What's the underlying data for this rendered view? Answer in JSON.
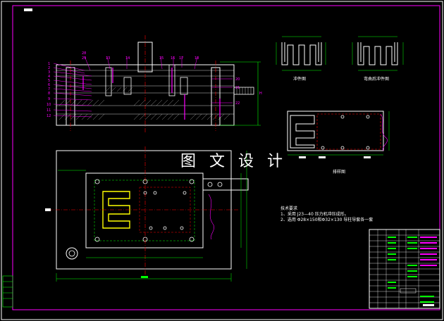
{
  "watermark": "图 文 设 计",
  "top_view_label": "",
  "views": {
    "part_left_caption": "冲件图",
    "part_right_caption": "弯曲后冲件图",
    "layout_caption": "排样图"
  },
  "tech_requirements": {
    "title": "技术要求",
    "line1": "1、采用 J23—40 压力机冲压成形。",
    "line2": "2、选用 Φ28×150和Φ32×130 导柱导套各一套"
  },
  "part_numbers_top": [
    "28",
    "29",
    "13",
    "14",
    "15",
    "16",
    "17",
    "18"
  ],
  "part_numbers_left": [
    "1",
    "2",
    "3",
    "4",
    "5",
    "6",
    "7",
    "8",
    "9",
    "10",
    "11",
    "12"
  ],
  "part_numbers_right": [
    "20",
    "21",
    "22"
  ],
  "title_block": {
    "rows": 14
  },
  "colors": {
    "border": "#ff00ff",
    "outline": "#ffffff",
    "centerline": "#ff0000",
    "dimension": "#00ff00",
    "accent": "#ffff00",
    "hatch": "#ff00ff"
  }
}
